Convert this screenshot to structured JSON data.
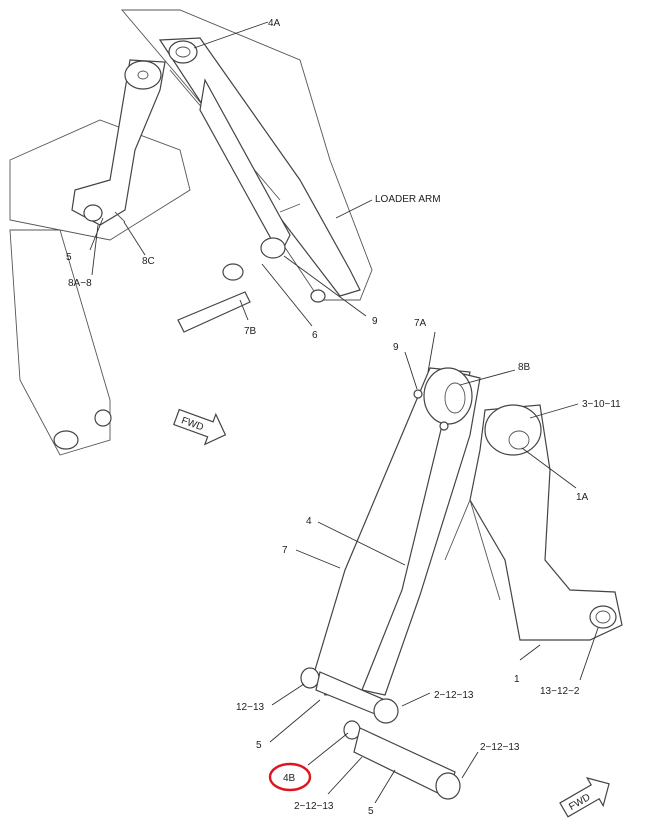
{
  "labels": {
    "l4A": "4A",
    "loaderArm": "LOADER ARM",
    "l5a": "5",
    "l8C": "8C",
    "l8A8": "8A−8",
    "l9a": "9",
    "l7Ba": "7B",
    "l6": "6",
    "l7A": "7A",
    "l9b": "9",
    "l8B": "8B",
    "l3_10_11": "3−10−11",
    "l1A": "1A",
    "l4": "4",
    "l7": "7",
    "l1": "1",
    "l13_12_2": "13−12−2",
    "l12_13": "12−13",
    "l2_12_13a": "2−12−13",
    "l5b": "5",
    "l4B": "4B",
    "l2_12_13b": "2−12−13",
    "l2_12_13c": "2−12−13",
    "l5c": "5"
  },
  "fwd": {
    "top": "FWD",
    "bottom": "FWD"
  },
  "highlight": {
    "target": "4B",
    "color": "#e0141e"
  }
}
